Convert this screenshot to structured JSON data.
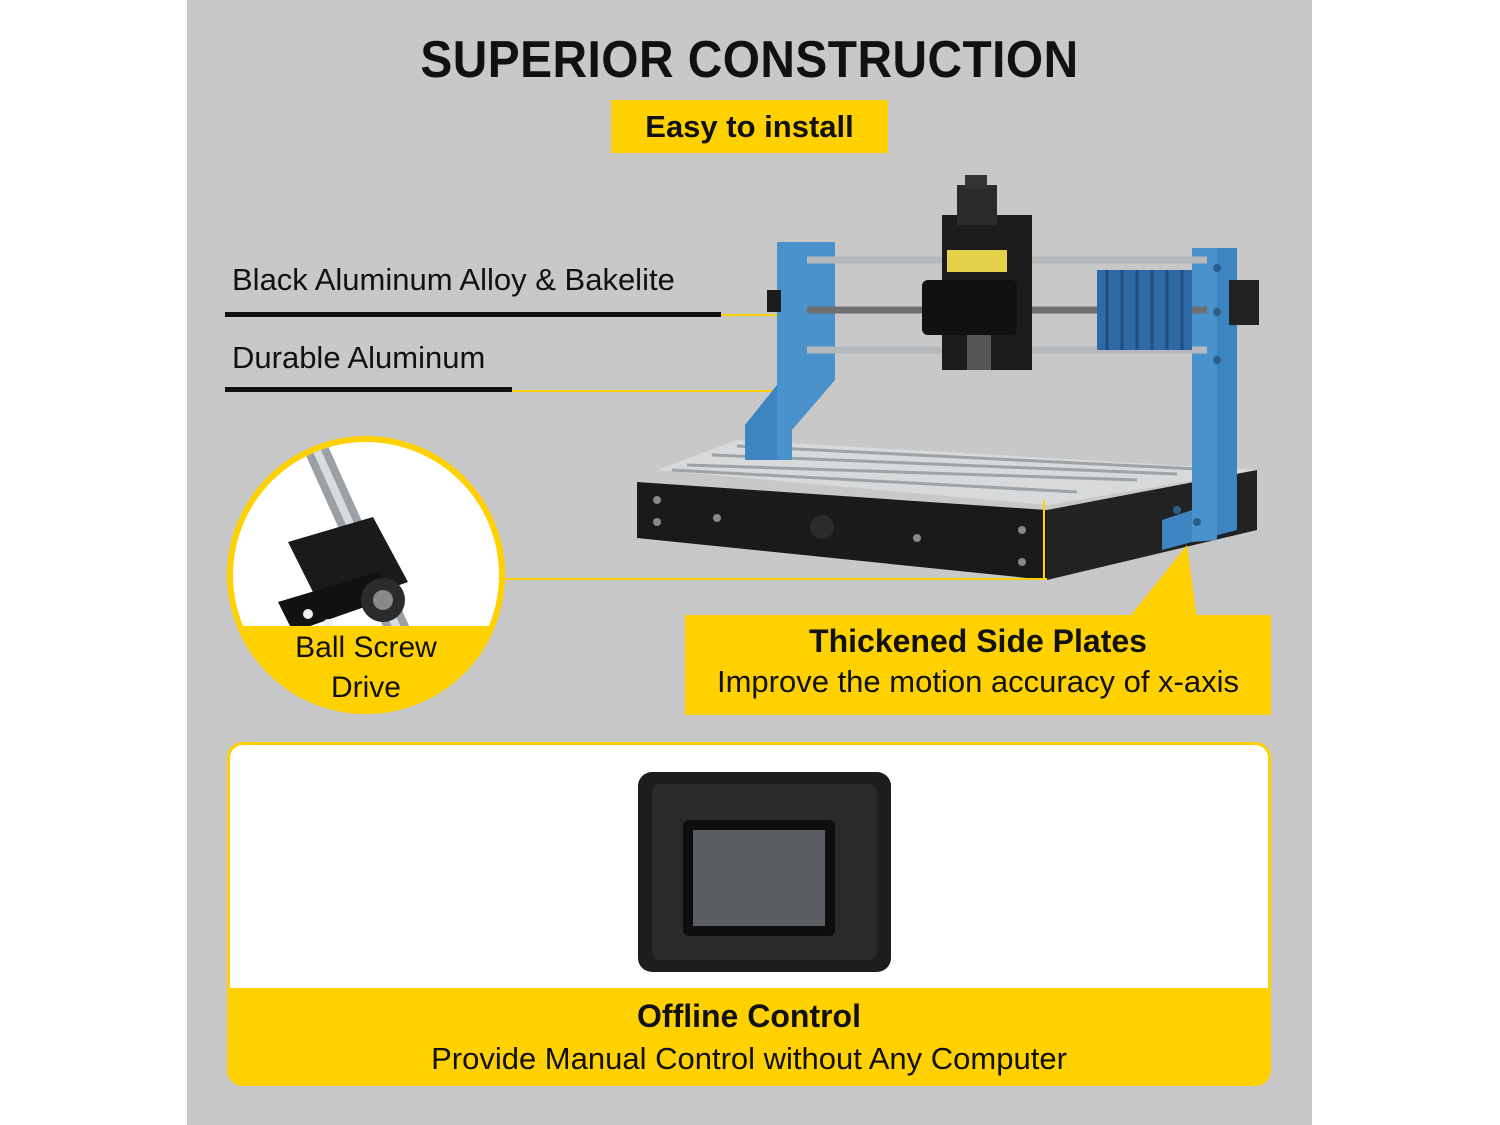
{
  "header": {
    "title": "SUPERIOR CONSTRUCTION",
    "badge": "Easy to install"
  },
  "features": [
    {
      "label": "Black Aluminum Alloy & Bakelite"
    },
    {
      "label": "Durable Aluminum"
    }
  ],
  "ball_screw": {
    "caption_line1": "Ball Screw",
    "caption_line2": "Drive"
  },
  "side_plates": {
    "title": "Thickened Side Plates",
    "subtitle": "Improve the motion accuracy of x-axis"
  },
  "offline": {
    "title": "Offline Control",
    "subtitle": "Provide Manual Control without Any Computer"
  },
  "colors": {
    "accent": "#ffd100",
    "background": "#c8c8c8",
    "frame_blue": "#3d85c0",
    "text": "#111111"
  }
}
